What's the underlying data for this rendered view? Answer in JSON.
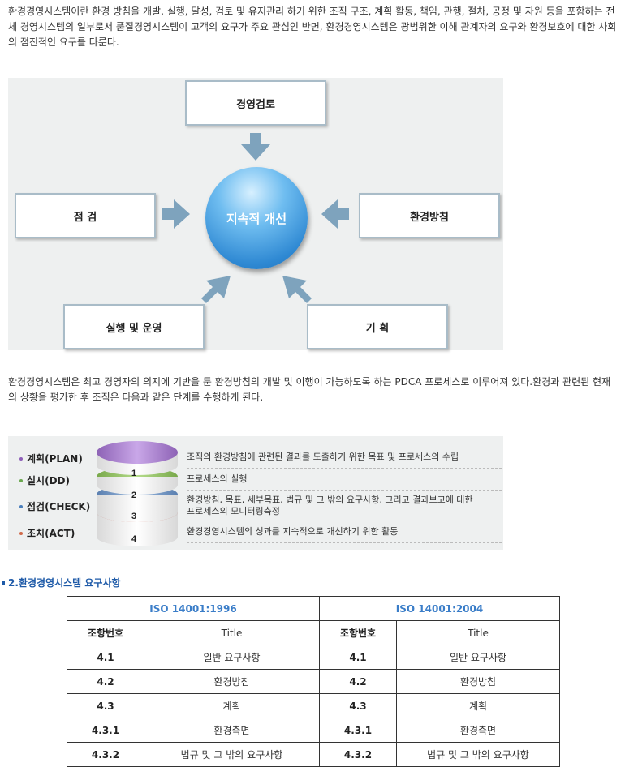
{
  "intro_text": "환경경영시스템이란 환경 방침을 개발, 실행, 달성, 검토 및 유지관리 하기 위한 조직 구조, 계획 활동, 책임, 관행, 절차, 공정 및 자원 등을 포함하는 전체 경영시스템의 일부로서 품질경영시스템이 고객의 요구가 주요 관심인 반면, 환경경영시스템은 광범위한 이해 관계자의 요구와 환경보호에 대한 사회의 점진적인 요구를 다룬다.",
  "diagram": {
    "center": "지속적 개선",
    "top": "경영검토",
    "left": "점 검",
    "right": "환경방침",
    "bottom_left": "실행 및 운영",
    "bottom_right": "기 획"
  },
  "pdca_text": "환경경영시스템은 최고 경영자의 의지에 기반을 둔 환경방침의 개발 및 이행이 가능하도록 하는 PDCA 프로세스로 이루어져 있다.환경과 관련된 현재의 상황을 평가한 후 조직은 다음과 같은 단계를 수행하게 된다.",
  "pdca": {
    "steps": [
      {
        "label": "계획(PLAN)",
        "number": "1",
        "description": "조직의 환경방침에 관련된 결과를 도출하기 위한 목표 및 프로세스의 수립",
        "dot_color": "#8e5fb8"
      },
      {
        "label": "실시(DD)",
        "number": "2",
        "description": "프로세스의 실행",
        "dot_color": "#6aa84f"
      },
      {
        "label": "점검(CHECK)",
        "number": "3",
        "description_line1": "환경방침, 목표, 세부목표, 법규 및 그 밖의 요구사항, 그리고 결과보고에 대한",
        "description_line2": "프로세스의 모니터링측정",
        "dot_color": "#4a7ebb"
      },
      {
        "label": "조치(ACT)",
        "number": "4",
        "description": "환경경영시스템의 성과를 지속적으로 개선하기 위한 활동",
        "dot_color": "#d06a4a"
      }
    ]
  },
  "section_heading": "2.환경경영시스템 요구사항",
  "table": {
    "std_left": "ISO 14001:1996",
    "std_right": "ISO 14001:2004",
    "col_num": "조항번호",
    "col_title": "Title",
    "rows": [
      {
        "n1": "4.1",
        "t1": "일반 요구사항",
        "n2": "4.1",
        "t2": "일반 요구사항"
      },
      {
        "n1": "4.2",
        "t1": "환경방침",
        "n2": "4.2",
        "t2": "환경방침"
      },
      {
        "n1": "4.3",
        "t1": "계획",
        "n2": "4.3",
        "t2": "계획"
      },
      {
        "n1": "4.3.1",
        "t1": "환경측면",
        "n2": "4.3.1",
        "t2": "환경측면"
      },
      {
        "n1": "4.3.2",
        "t1": "법규 및 그 밖의 요구사항",
        "n2": "4.3.2",
        "t2": "법규 및 그 밖의 요구사항"
      }
    ]
  },
  "colors": {
    "heading_blue": "#1e5aa8",
    "std_blue": "#3a7dc8",
    "box_border": "#a9bcc8",
    "arrow": "#7ea3bd"
  }
}
